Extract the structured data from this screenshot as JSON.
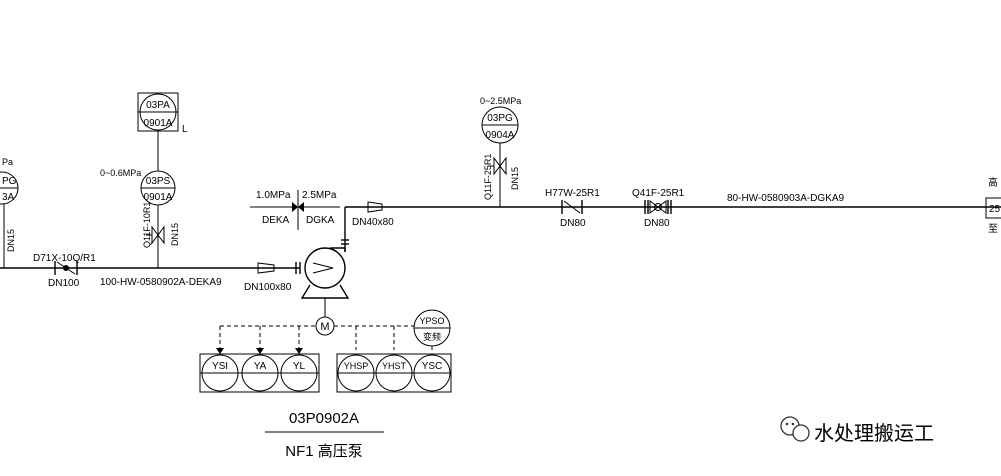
{
  "left_instrument": {
    "range": "Pa",
    "tag_top": "PG",
    "tag_bottom": "3A",
    "size": "DN15"
  },
  "check_valve_left": {
    "model": "D71X-10Q/R1",
    "size": "DN100"
  },
  "suction_line": {
    "spec": "100-HW-0580902A-DEKA9"
  },
  "press_switch": {
    "range": "0~0.6MPa",
    "tag_top": "03PS",
    "tag_bottom": "0901A"
  },
  "press_alarm": {
    "tag_top": "03PA",
    "tag_bottom": "0901A",
    "level": "L"
  },
  "suction_root_valve": {
    "model": "Q11F-10R1",
    "size": "DN15"
  },
  "reducer_suction": {
    "size": "DN100x80"
  },
  "pressure_class": {
    "p1": "1.0MPa",
    "p2": "2.5MPa",
    "c1": "DEKA",
    "c2": "DGKA"
  },
  "reducer_discharge": {
    "size": "DN40x80"
  },
  "press_gauge": {
    "range": "0~2.5MPa",
    "tag_top": "03PG",
    "tag_bottom": "0904A"
  },
  "discharge_root_valve": {
    "model": "Q11F-25R1",
    "size": "DN15"
  },
  "check_valve_right": {
    "model": "H77W-25R1",
    "size": "DN80"
  },
  "ball_valve": {
    "model": "Q41F-25R1",
    "size": "DN80"
  },
  "discharge_line": {
    "spec": "80-HW-0580903A-DGKA9"
  },
  "right_edge": {
    "t1": "高",
    "t2": "25",
    "t3": "至"
  },
  "motor": {
    "label": "M"
  },
  "vfd": {
    "tag_top": "YPSO",
    "tag_bottom": "变频"
  },
  "signals": [
    {
      "tag": "YSI"
    },
    {
      "tag": "YA"
    },
    {
      "tag": "YL"
    },
    {
      "tag": "YHSP"
    },
    {
      "tag": "YHST"
    },
    {
      "tag": "YSC"
    }
  ],
  "pump": {
    "tag": "03P0902A",
    "name": "NF1 高压泵"
  },
  "watermark": {
    "text": "水处理搬运工"
  }
}
